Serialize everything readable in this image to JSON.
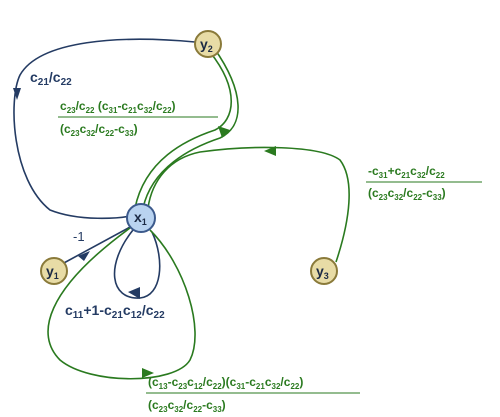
{
  "nodes": {
    "y2": {
      "base": "y",
      "sub": "2"
    },
    "x1": {
      "base": "x",
      "sub": "1"
    },
    "y1": {
      "base": "y",
      "sub": "1"
    },
    "y3": {
      "base": "y",
      "sub": "3"
    }
  },
  "edge_labels": {
    "y2_to_x1": {
      "parts": [
        [
          "c",
          "21"
        ],
        [
          "/c",
          "22"
        ]
      ]
    },
    "x1_to_y1": {
      "text": "-1"
    },
    "self_loop_small": {
      "parts": [
        [
          "c",
          "11"
        ],
        [
          "+1-c",
          "21"
        ],
        [
          "c",
          "12"
        ],
        [
          "/c",
          "22"
        ]
      ]
    },
    "x1_to_y2": {
      "num": [
        [
          "c",
          "23"
        ],
        [
          "/c",
          "22"
        ],
        [
          " (c",
          "31"
        ],
        [
          "-c",
          "21"
        ],
        [
          "c",
          "32"
        ],
        [
          "/c",
          "22"
        ],
        [
          ")",
          ""
        ]
      ],
      "den": [
        [
          "(c",
          "23"
        ],
        [
          "c",
          "32"
        ],
        [
          "/c",
          "22"
        ],
        [
          "-c",
          "33"
        ],
        [
          ")",
          ""
        ]
      ]
    },
    "y3_to_x1": {
      "num": [
        [
          "-c",
          "31"
        ],
        [
          "+c",
          "21"
        ],
        [
          "c",
          "32"
        ],
        [
          "/c",
          "22"
        ]
      ],
      "den": [
        [
          "(c",
          "23"
        ],
        [
          "c",
          "32"
        ],
        [
          "/c",
          "22"
        ],
        [
          "-c",
          "33"
        ],
        [
          ")",
          ""
        ]
      ]
    },
    "self_loop_large": {
      "num": [
        [
          "(c",
          "13"
        ],
        [
          "-c",
          "23"
        ],
        [
          "c",
          "12"
        ],
        [
          "/c",
          "22"
        ],
        [
          ")(c",
          "31"
        ],
        [
          "-c",
          "21"
        ],
        [
          "c",
          "32"
        ],
        [
          "/c",
          "22"
        ],
        [
          ")",
          ""
        ]
      ],
      "den": [
        [
          "(c",
          "23"
        ],
        [
          "c",
          "32"
        ],
        [
          "/c",
          "22"
        ],
        [
          "-c",
          "33"
        ],
        [
          ")",
          ""
        ]
      ]
    }
  },
  "colors": {
    "navy": "#243b63",
    "green": "#2a7a1f",
    "node_fill": "#e8dca6",
    "node_stroke": "#8a7a3a",
    "x_fill": "#b9d3f0",
    "x_stroke": "#3c5a8c"
  }
}
